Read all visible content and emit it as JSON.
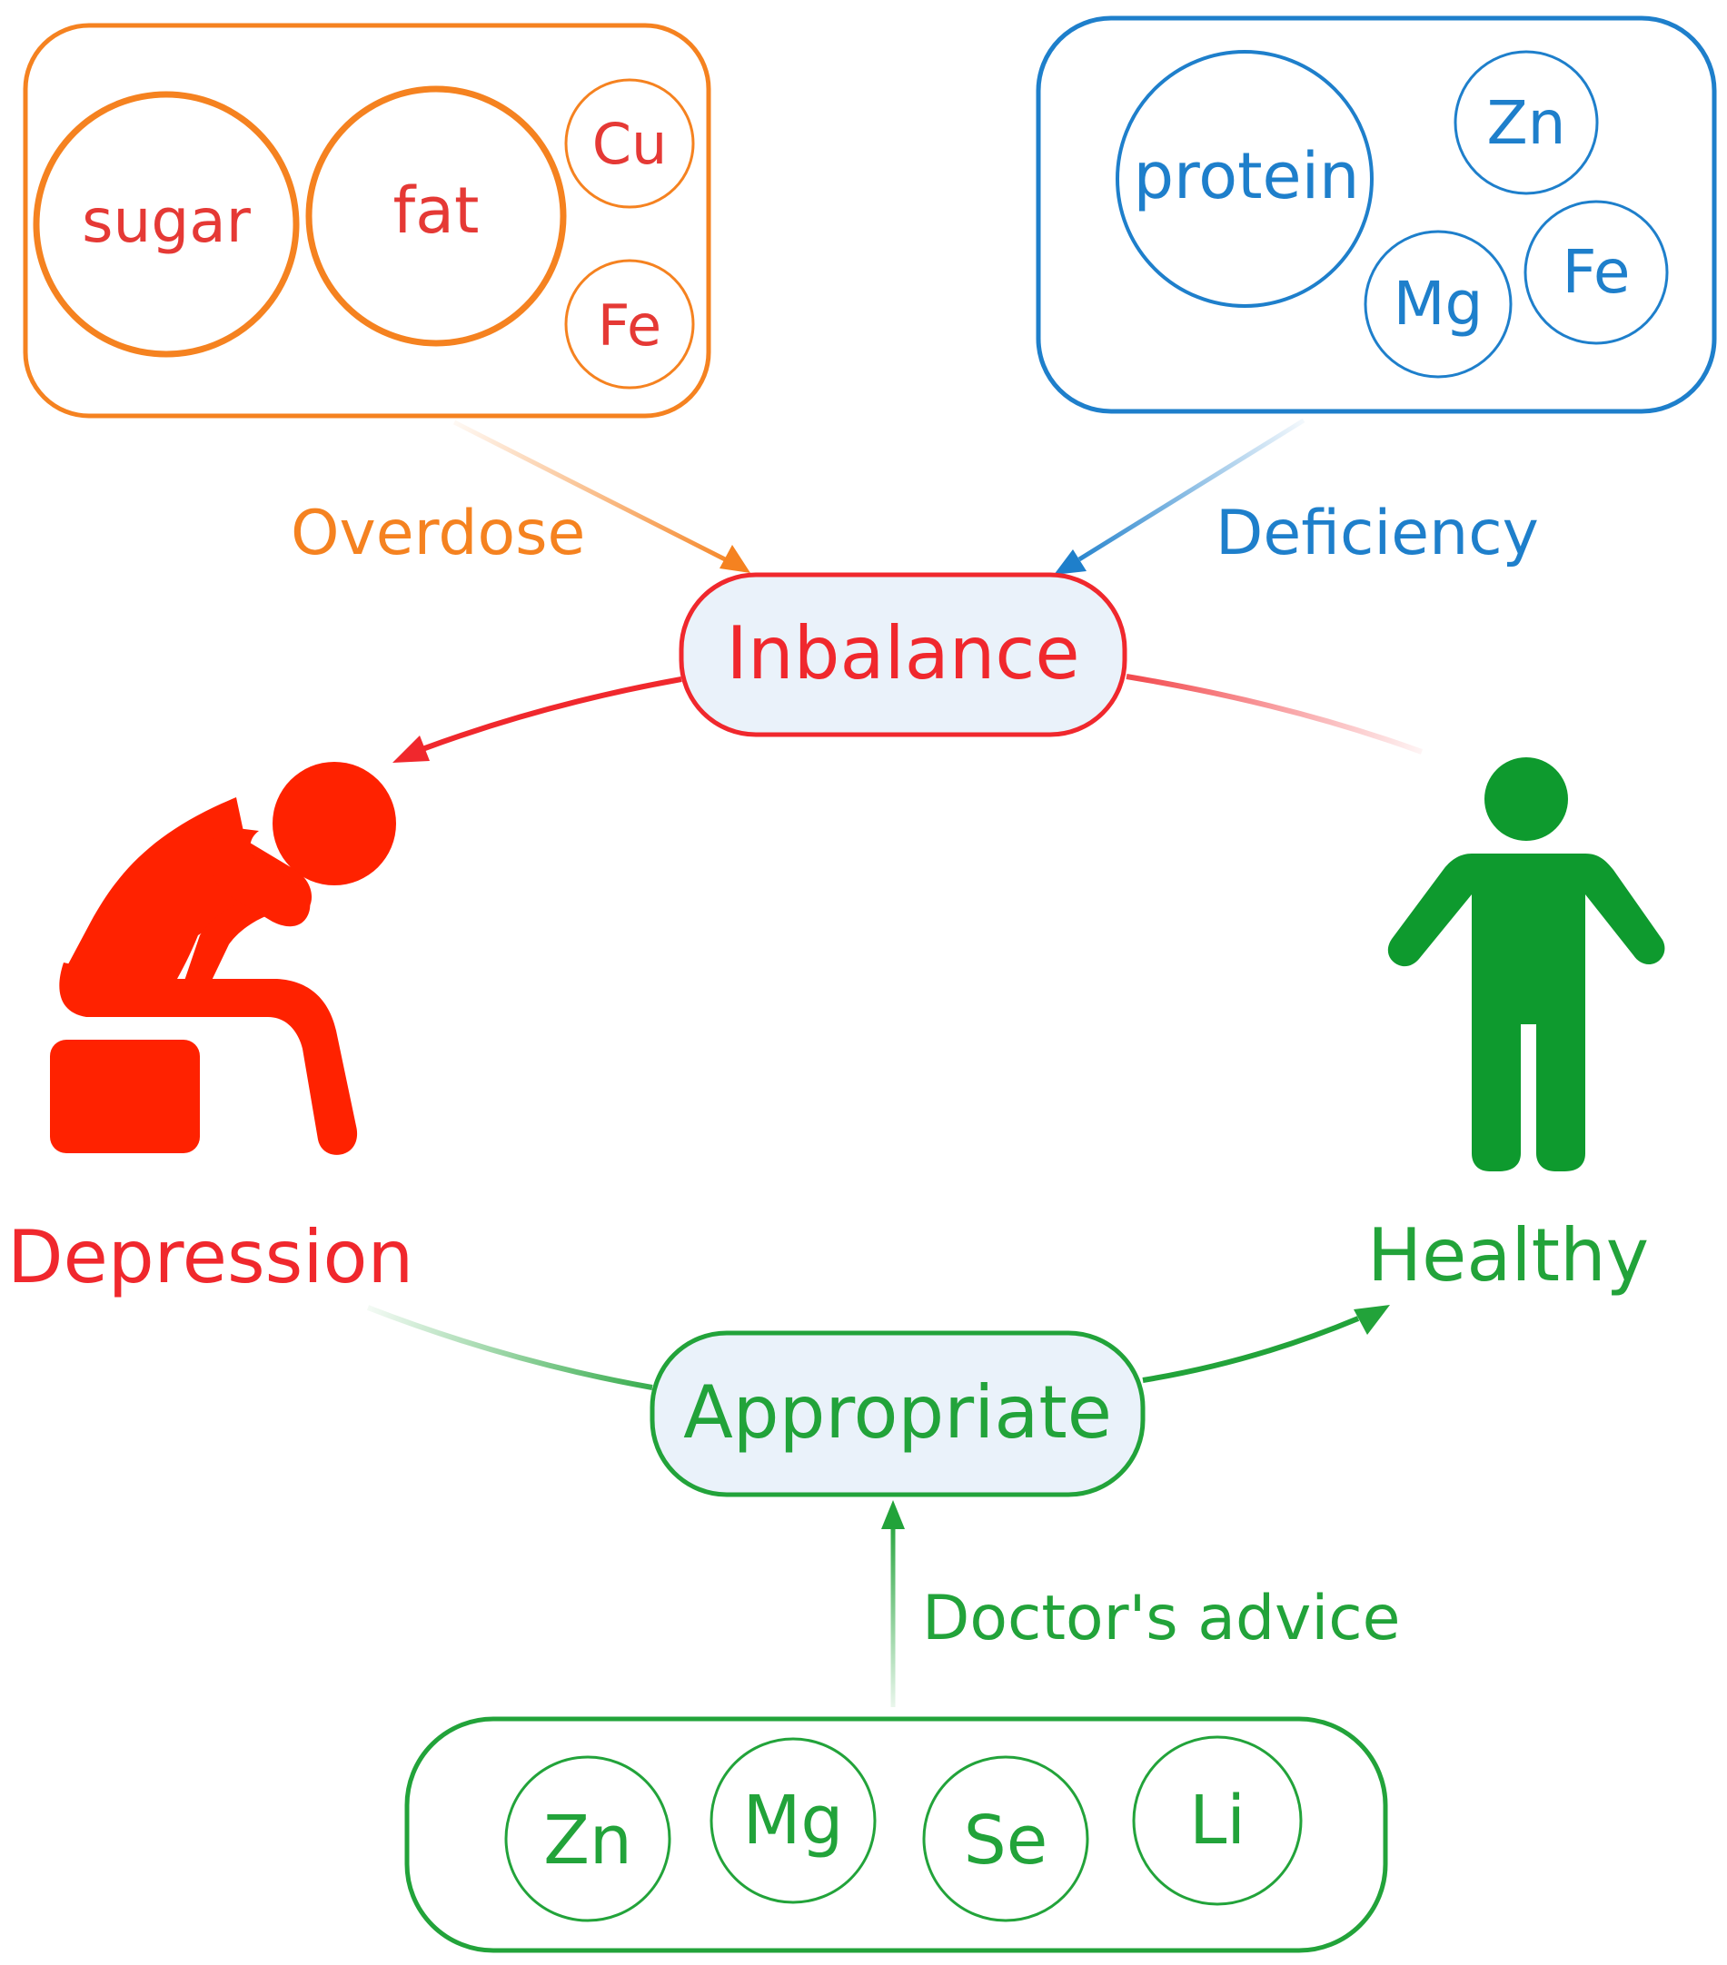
{
  "colors": {
    "orange": "#F58220",
    "orange_text": "#E53935",
    "blue": "#1E7FCB",
    "red": "#F0282D",
    "red_figure": "#FF2200",
    "green": "#22A33A",
    "green_figure": "#0E9A2E",
    "node_fill": "#EAF2FA"
  },
  "overdose_group": {
    "items": [
      "sugar",
      "fat",
      "Cu",
      "Fe"
    ]
  },
  "deficiency_group": {
    "items": [
      "protein",
      "Zn",
      "Mg",
      "Fe"
    ]
  },
  "supplement_group": {
    "items": [
      "Zn",
      "Mg",
      "Se",
      "Li"
    ]
  },
  "labels": {
    "overdose": "Overdose",
    "deficiency": "Deficiency",
    "inbalance": "Inbalance",
    "depression": "Depression",
    "healthy": "Healthy",
    "appropriate": "Appropriate",
    "doctors_advice": "Doctor's advice"
  },
  "icons": {
    "depression": "depressed-person-icon",
    "healthy": "standing-person-icon"
  }
}
